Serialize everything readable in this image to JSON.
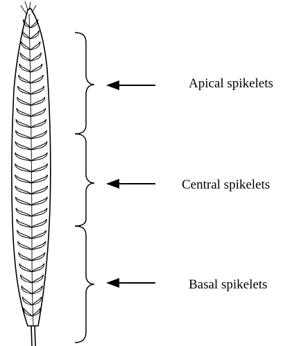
{
  "regions": [
    {
      "id": "apical",
      "label": "Apical spikelets"
    },
    {
      "id": "central",
      "label": "Central spikelets"
    },
    {
      "id": "basal",
      "label": "Basal spikelets"
    }
  ],
  "colors": {
    "ink": "#000000",
    "background": "#ffffff"
  },
  "icons": [
    "wheat-ear-illustration",
    "curly-brace",
    "left-arrow-icon"
  ]
}
